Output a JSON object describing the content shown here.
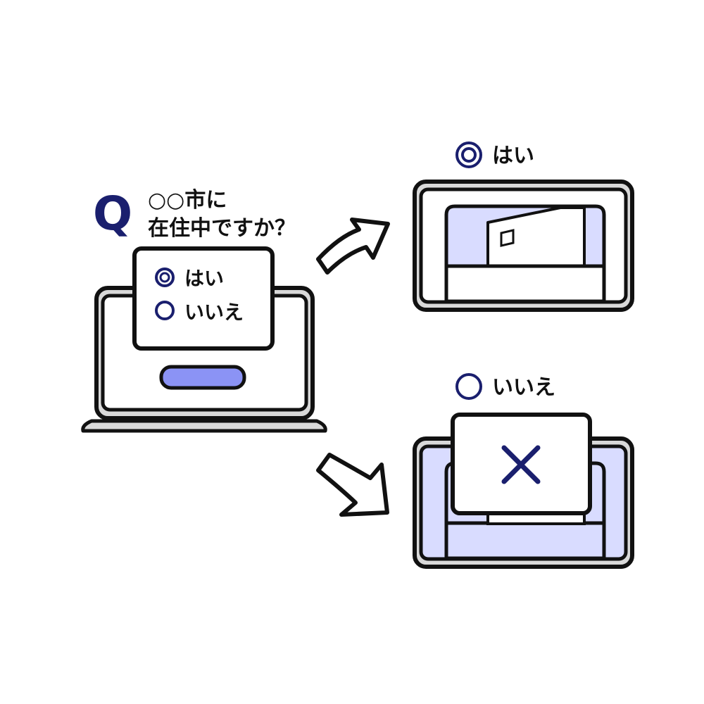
{
  "question": {
    "marker": "Q",
    "line1": "○○市に",
    "line2": "在住中ですか？"
  },
  "form": {
    "option_yes": "はい",
    "option_no": "いいえ",
    "selected": "yes"
  },
  "outcomes": {
    "yes_label": "はい",
    "no_label": "いいえ"
  },
  "colors": {
    "outline": "#111111",
    "accent": "#1a1f6e",
    "button": "#8b93f5",
    "screen_fill": "#d9dcff",
    "device_gray": "#d9d9d9"
  }
}
